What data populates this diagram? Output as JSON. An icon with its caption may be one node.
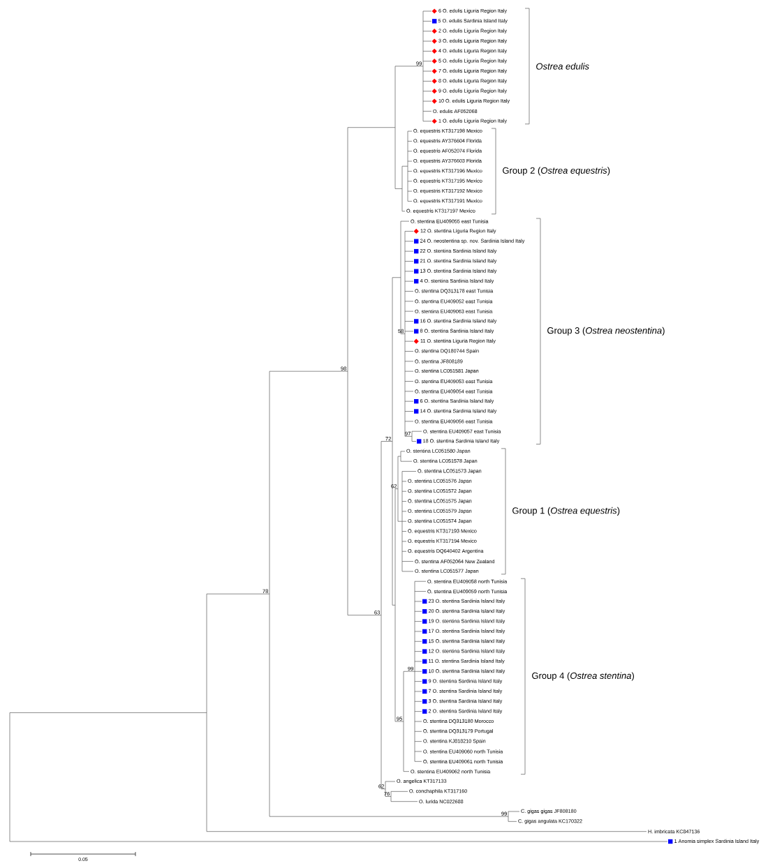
{
  "diagram": {
    "labels": [
      "6 O. edulis Liguria Region Italy",
      "5 O. edulis Sardinia Island Italy",
      "2 O. edulis Liguria Region Italy",
      "3 O. edulis Liguria Region Italy",
      "4 O. edulis Liguria Region Italy",
      "5 O. edulis Liguria Region Italy",
      "7 O. edulis Liguria Region Italy",
      "8 O. edulis Liguria Region Italy",
      "9 O. edulis Liguria Region Italy",
      "10 O. edulis Liguria Region Italy",
      "O. edulis AF052068",
      "1 O. edulis Liguria Region Italy",
      "O. equestris KT317198 Mexico",
      "O. equestris AY376604 Florida",
      "O. equestris AF052074 Florida",
      "O. equestris AY376603 Florida",
      "O. equestris KT317196 Mexico",
      "O. equestris KT317195 Mexico",
      "O. equestris KT317192 Mexico",
      "O. equestris KT317191 Mexico",
      "O. equestris KT317197 Mexico",
      "O. stentina EU409055 east Tunisia",
      "12 O. stentina Liguria Region Italy",
      "24 O. neostentina sp. nov. Sardinia Island Italy",
      "22 O. stentina Sardinia Island Italy",
      "21 O. stentina Sardinia Island Italy",
      "13 O. stentina Sardinia Island Italy",
      "4 O. stentina Sardinia Island Italy",
      "O. stentina DQ313178 east Tunisia",
      "O. stentina EU409052 east Tunisia",
      "O. stentina EU409063 east Tunisia",
      "16 O. stentina Sardinia Island Italy",
      "8 O. stentina Sardinia Island Italy",
      "11 O. stentina Liguria Region Italy",
      "O. stentina DQ180744 Spain",
      "O. stentina JF808189",
      "O. stentina LC051581 Japan",
      "O. stentina EU409053 east Tunisia",
      "O. stentina EU409054 east Tunisia",
      "6 O. stentina Sardinia Island Italy",
      "14 O. stentina Sardinia Island Italy",
      "O. stentina EU409056 east Tunisia",
      "O. stentina EU409057 east Tunisia",
      "18 O. stentina Sardinia Island Italy",
      "O. stentina LC051580 Japan",
      "O. stentina LC051578 Japan",
      "O. stentina LC051573 Japan",
      "O. stentina LC051576 Japan",
      "O. stentina LC051572 Japan",
      "O. stentina LC051575 Japan",
      "O. stentina LC051579 Japan",
      "O. stentina LC051574 Japan",
      "O. equestris KT317193 Mexico",
      "O. equestris KT317194 Mexico",
      "O. equestris DQ640402 Argentina",
      "O. stentina AF052064 New Zealand",
      "O. stentina LC051577 Japan",
      "O. stentina EU409058 north Tunisia",
      "O. stentina EU409059 north Tunisia",
      "23 O. stentina Sardinia Island Italy",
      "20 O. stentina Sardinia Island Italy",
      "19 O. stentina Sardinia Island Italy",
      "17 O. stentina Sardinia Island Italy",
      "15 O. stentina Sardinia Island Italy",
      "12 O. stentina Sardinia Island Italy",
      "11 O. stentina Sardinia Island Italy",
      "10 O. stentina Sardinia Island Italy",
      "9 O. stentina Sardinia Island Italy",
      "7 O. stentina Sardinia Island Italy",
      "3 O. stentina Sardinia Island Italy",
      "2 O. stentina Sardinia Island Italy",
      "O. stentina DQ313180 Morocco",
      "O. stentina DQ313179 Portugal",
      "O. stentina KJ818210 Spain",
      "O. stentina EU409060 north Tunisia",
      "O. stentina EU409061 north Tunisia",
      "O. stentina EU409062 north Tunisia",
      "O. angelica KT317133",
      "O. conchaphila KT317160",
      "O. lurida NC022688",
      "C. gigas gigas JF808180",
      "C. gigas angulata KC170322",
      "H. imbricata KC847136",
      "1 Anomia simplex Sardinia Island Italy",
      "Ostrea edulis",
      "Group 2 (*Ostrea equestris*)",
      "Group 3 (*Ostrea neostentina*)",
      "Group 1 (*Ostrea equestris*)",
      "Group 4 (*Ostrea stentina*)",
      "99",
      "98",
      "58",
      "97",
      "72",
      "63",
      "62",
      "99",
      "95",
      "62",
      "76",
      "99",
      "78",
      "0.05"
    ]
  }
}
